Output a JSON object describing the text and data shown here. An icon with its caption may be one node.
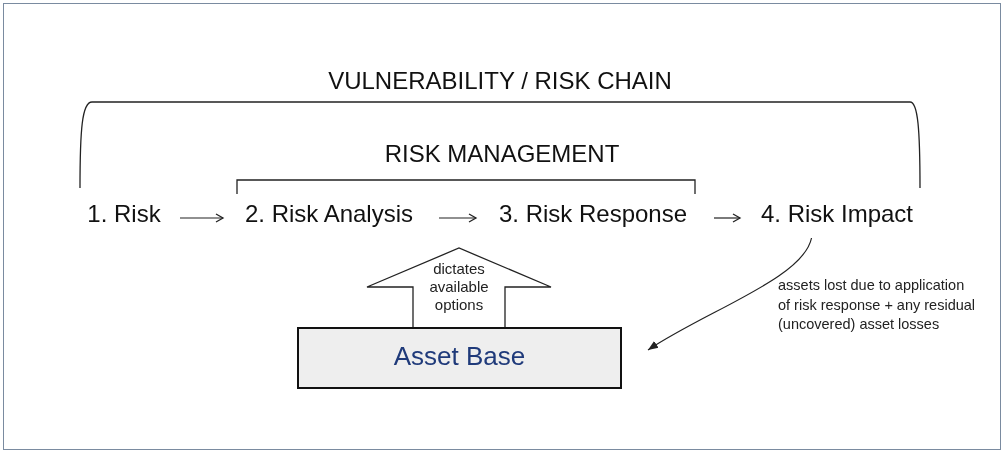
{
  "diagram": {
    "nodes": [
      {
        "text": [
          "1. Risk"
        ]
      },
      {
        "text": [
          "2. Risk Analysis"
        ]
      },
      {
        "text": [
          "3. Risk Response"
        ]
      },
      {
        "text": [
          "4. Risk Impact"
        ]
      },
      {
        "text": [
          "Asset Base"
        ]
      },
      {
        "text": [
          "dictates available options"
        ]
      }
    ],
    "edges": [
      {
        "from": 0,
        "to": 1,
        "arrow": "to"
      },
      {
        "from": 1,
        "to": 2,
        "arrow": "to"
      },
      {
        "from": 2,
        "to": 3,
        "arrow": "to"
      },
      {
        "from": 3,
        "to": 4,
        "arrow": "to",
        "label": "assets lost due to application of risk response + any residual (uncovered) asset losses"
      }
    ],
    "labels": [
      "VULNERABILITY / RISK CHAIN",
      "RISK MANAGEMENT"
    ]
  }
}
